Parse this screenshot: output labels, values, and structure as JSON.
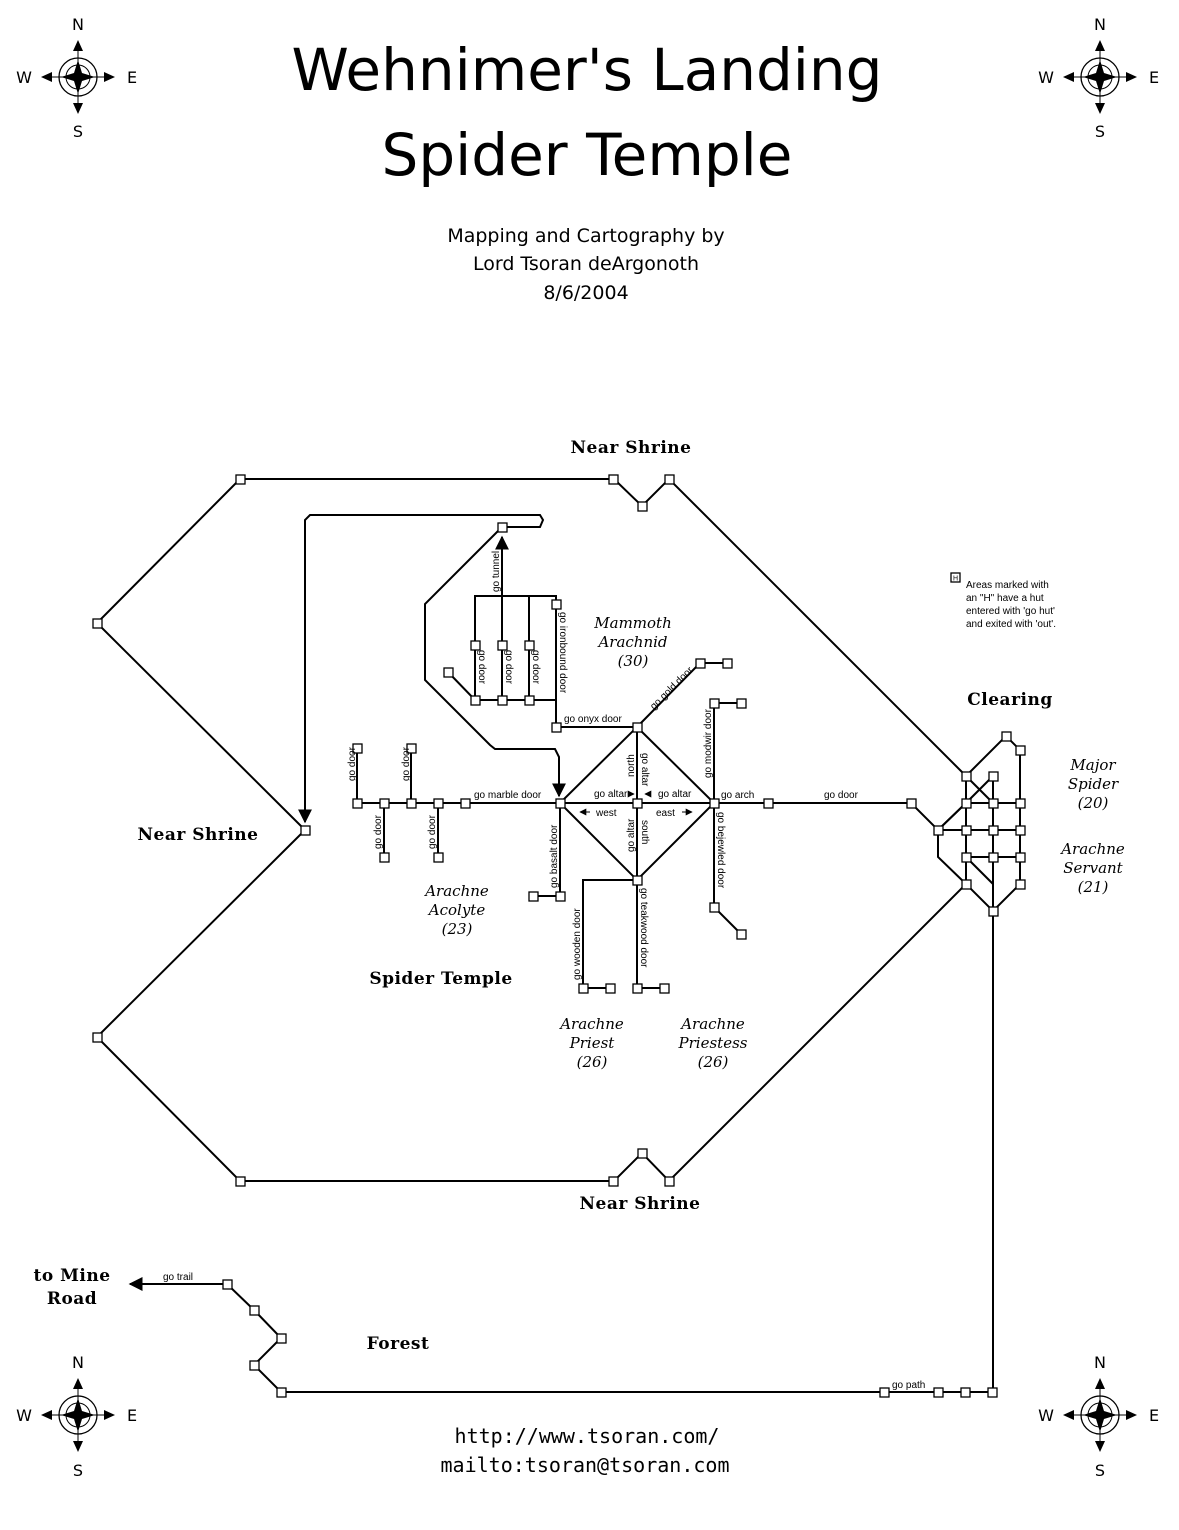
{
  "title": {
    "line1": "Wehnimer's Landing",
    "line2": "Spider Temple"
  },
  "credits": {
    "line1": "Mapping and Cartography by",
    "line2": "Lord Tsoran deArgonoth",
    "date": "8/6/2004"
  },
  "footer": {
    "url": "http://www.tsoran.com/",
    "mail": "mailto:tsoran@tsoran.com"
  },
  "compass": {
    "north": "N",
    "south": "S",
    "east": "E",
    "west": "W"
  },
  "areas": {
    "near_shrine_top": "Near Shrine",
    "near_shrine_left": "Near Shrine",
    "near_shrine_bottom": "Near Shrine",
    "clearing": "Clearing",
    "spider_temple": "Spider Temple",
    "forest": "Forest",
    "mine_road_1": "to Mine",
    "mine_road_2": "Road"
  },
  "creatures": {
    "mammoth": {
      "name1": "Mammoth",
      "name2": "Arachnid",
      "level": "(30)"
    },
    "major_spider": {
      "name1": "Major",
      "name2": "Spider",
      "level": "(20)"
    },
    "servant": {
      "name1": "Arachne",
      "name2": "Servant",
      "level": "(21)"
    },
    "acolyte": {
      "name1": "Arachne",
      "name2": "Acolyte",
      "level": "(23)"
    },
    "priest": {
      "name1": "Arachne",
      "name2": "Priest",
      "level": "(26)"
    },
    "priestess": {
      "name1": "Arachne",
      "name2": "Priestess",
      "level": "(26)"
    }
  },
  "legend": {
    "hut_marker": "H",
    "line1": "Areas marked with",
    "line2": "an \"H\" have a hut",
    "line3": "entered with 'go hut'",
    "line4": "and exited with 'out'."
  },
  "directions": {
    "go_tunnel": "go tunnel",
    "go_door_1": "go door",
    "go_door_2": "go door",
    "go_door_3": "go door",
    "go_ironbound_door": "go ironbound door",
    "go_onyx_door": "go onyx door",
    "go_gold_door": "go gold door",
    "go_modwir_door": "go modwir door",
    "go_marble_door": "go marble door",
    "go_door_left_up_1": "go door",
    "go_door_left_up_2": "go door",
    "go_door_left_down_1": "go door",
    "go_door_left_down_2": "go door",
    "go_altar_w": "go altar",
    "go_altar_e": "go altar",
    "go_altar_n": "go altar",
    "go_altar_s": "go altar",
    "north": "north",
    "south": "south",
    "west": "west",
    "east": "east",
    "go_arch": "go arch",
    "go_door_clearing": "go door",
    "go_basalt_door": "go basalt door",
    "go_bejewled_door": "go bejewled door",
    "go_wooden_door": "go wooden door",
    "go_teakwood_door": "go teakwood door",
    "go_trail": "go trail",
    "go_path": "go path"
  }
}
